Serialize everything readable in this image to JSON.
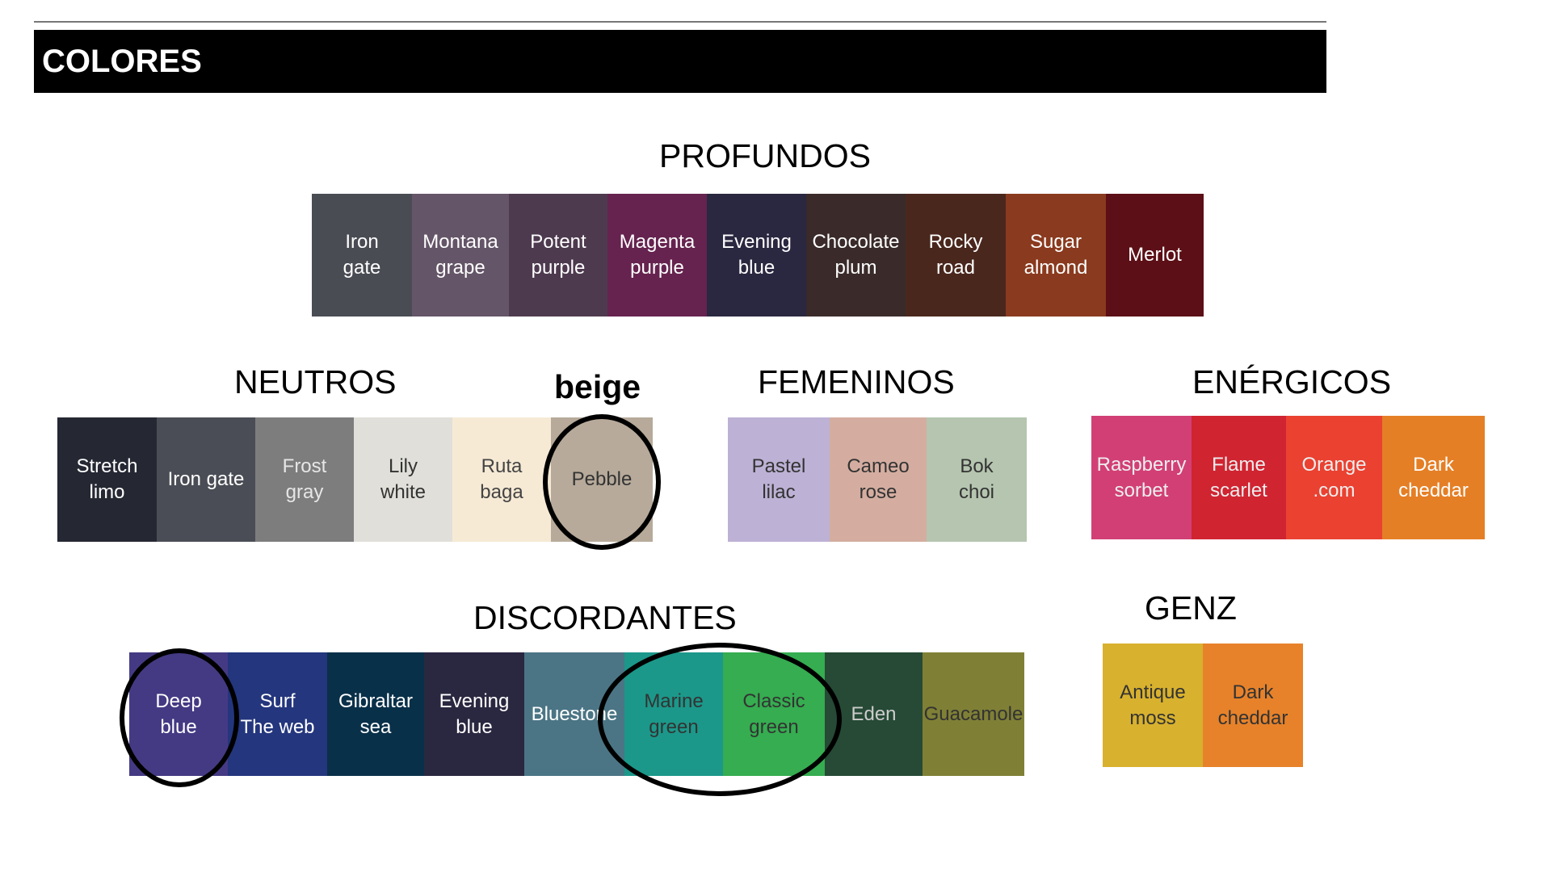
{
  "header": {
    "title": "COLORES"
  },
  "annotation": "beige",
  "groups": {
    "profundos": {
      "title": "PROFUNDOS",
      "swatches": [
        {
          "label": "Iron\ngate",
          "color": "#4a4c54",
          "text_color": "#ffffff"
        },
        {
          "label": "Montana\ngrape",
          "color": "#655568",
          "text_color": "#ffffff"
        },
        {
          "label": "Potent\npurple",
          "color": "#4e3a4f",
          "text_color": "#ffffff"
        },
        {
          "label": "Magenta\npurple",
          "color": "#66234f",
          "text_color": "#ffffff"
        },
        {
          "label": "Evening\nblue",
          "color": "#2a2740",
          "text_color": "#ffffff"
        },
        {
          "label": "Chocolate\nplum",
          "color": "#3a2b2a",
          "text_color": "#ffffff"
        },
        {
          "label": "Rocky\nroad",
          "color": "#4a271d",
          "text_color": "#ffffff"
        },
        {
          "label": "Sugar\nalmond",
          "color": "#8a3a1e",
          "text_color": "#ffffff"
        },
        {
          "label": "Merlot",
          "color": "#5c0f16",
          "text_color": "#ffffff"
        }
      ]
    },
    "neutros": {
      "title": "NEUTROS",
      "swatches": [
        {
          "label": "Stretch\nlimo",
          "color": "#252833",
          "text_color": "#ffffff"
        },
        {
          "label": "Iron gate",
          "color": "#4a4d55",
          "text_color": "#ffffff"
        },
        {
          "label": "Frost\ngray",
          "color": "#7d7d7e",
          "text_color": "#e6e6e6"
        },
        {
          "label": "Lily\nwhite",
          "color": "#e0dfd9",
          "text_color": "#333333"
        },
        {
          "label": "Ruta\nbaga",
          "color": "#f6ead5",
          "text_color": "#444444"
        },
        {
          "label": "Pebble",
          "color": "#b7aa9a",
          "text_color": "#333333"
        }
      ]
    },
    "femeninos": {
      "title": "FEMENINOS",
      "swatches": [
        {
          "label": "Pastel\nlilac",
          "color": "#bdb1d5",
          "text_color": "#333333"
        },
        {
          "label": "Cameo\nrose",
          "color": "#d4ada0",
          "text_color": "#333333"
        },
        {
          "label": "Bok\nchoi",
          "color": "#b5c5af",
          "text_color": "#333333"
        }
      ]
    },
    "energicos": {
      "title": "ENÉRGICOS",
      "swatches": [
        {
          "label": "Raspberry\nsorbet",
          "color": "#d23f75",
          "text_color": "#eeeeee"
        },
        {
          "label": "Flame\nscarlet",
          "color": "#d02431",
          "text_color": "#eeeeee"
        },
        {
          "label": "Orange\n.com",
          "color": "#ea4131",
          "text_color": "#eeeeee"
        },
        {
          "label": "Dark\ncheddar",
          "color": "#e57f25",
          "text_color": "#ffffff"
        }
      ]
    },
    "discordantes": {
      "title": "DISCORDANTES",
      "swatches": [
        {
          "label": "Deep\nblue",
          "color": "#443a83",
          "text_color": "#ffffff"
        },
        {
          "label": "Surf\nThe web",
          "color": "#24367d",
          "text_color": "#ffffff"
        },
        {
          "label": "Gibraltar\nsea",
          "color": "#093049",
          "text_color": "#ffffff"
        },
        {
          "label": "Evening\nblue",
          "color": "#2a2740",
          "text_color": "#ffffff"
        },
        {
          "label": "Bluestone",
          "color": "#4b7585",
          "text_color": "#ffffff"
        },
        {
          "label": "Marine\ngreen",
          "color": "#1b988a",
          "text_color": "#333333"
        },
        {
          "label": "Classic\ngreen",
          "color": "#35ad50",
          "text_color": "#333333"
        },
        {
          "label": "Eden",
          "color": "#264a35",
          "text_color": "#cccccc"
        },
        {
          "label": "Guacamole",
          "color": "#7f8035",
          "text_color": "#333333"
        }
      ]
    },
    "genz": {
      "title": "GENZ",
      "swatches": [
        {
          "label": "Antique\nmoss",
          "color": "#d8b12e",
          "text_color": "#333333"
        },
        {
          "label": "Dark\ncheddar",
          "color": "#e7822a",
          "text_color": "#333333"
        }
      ]
    }
  }
}
